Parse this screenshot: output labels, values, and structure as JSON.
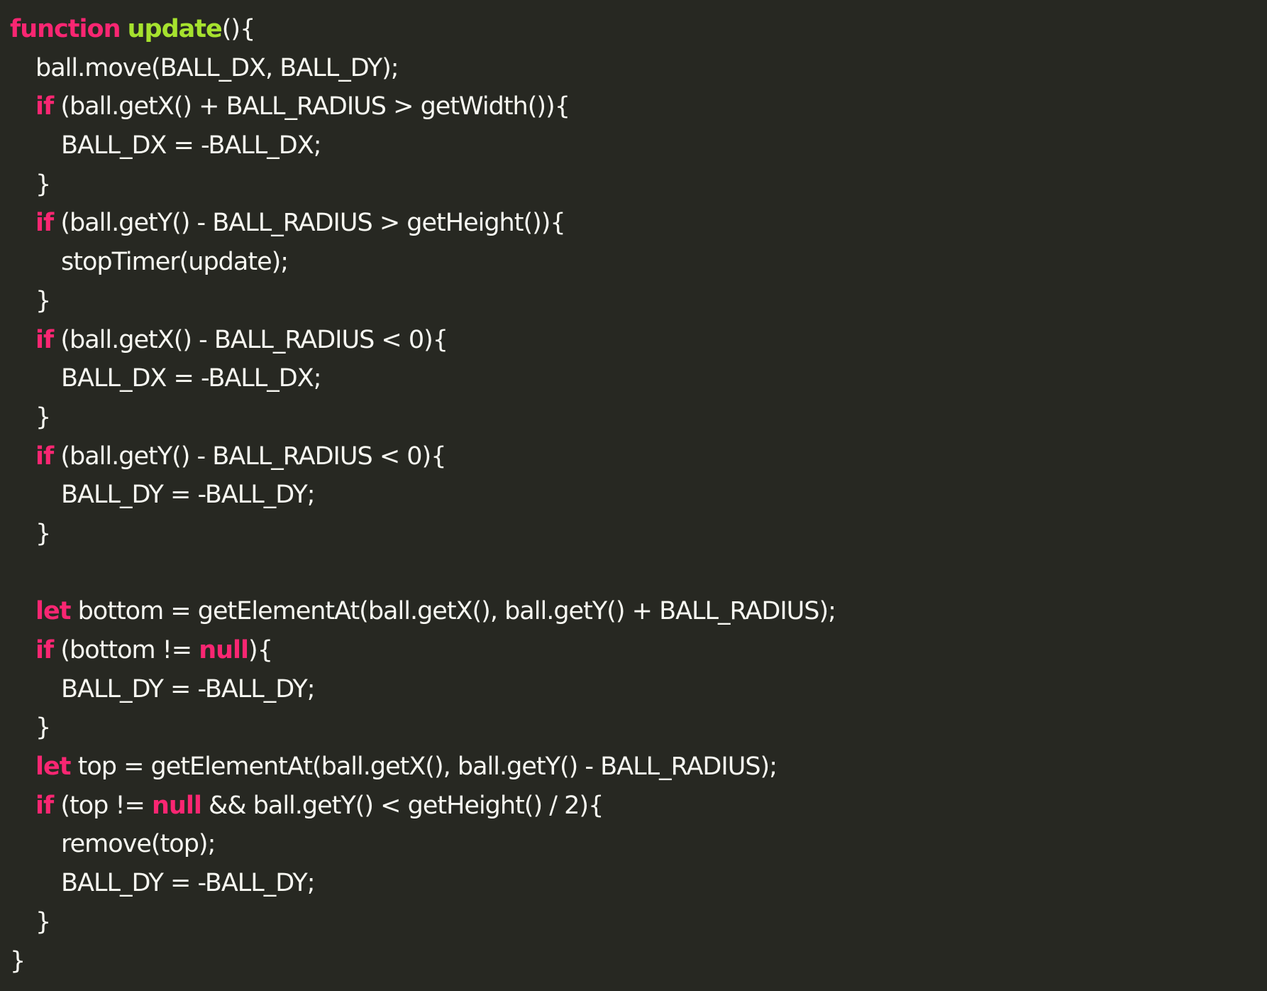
{
  "theme": {
    "background": "#272822",
    "text": "#f8f8f2",
    "keyword": "#f92672",
    "function": "#a6e22e"
  },
  "code": {
    "lines": [
      {
        "indent": 0,
        "tokens": [
          {
            "t": "k",
            "v": "function"
          },
          {
            "t": "s",
            "v": " "
          },
          {
            "t": "f",
            "v": "update"
          },
          {
            "t": "s",
            "v": "(){"
          }
        ]
      },
      {
        "indent": 1,
        "tokens": [
          {
            "t": "s",
            "v": "ball.move(BALL_DX, BALL_DY);"
          }
        ]
      },
      {
        "indent": 1,
        "tokens": [
          {
            "t": "k",
            "v": "if"
          },
          {
            "t": "s",
            "v": " (ball.getX() + BALL_RADIUS > getWidth()){"
          }
        ]
      },
      {
        "indent": 2,
        "tokens": [
          {
            "t": "s",
            "v": "BALL_DX = -BALL_DX;"
          }
        ]
      },
      {
        "indent": 1,
        "tokens": [
          {
            "t": "s",
            "v": "}"
          }
        ]
      },
      {
        "indent": 1,
        "tokens": [
          {
            "t": "k",
            "v": "if"
          },
          {
            "t": "s",
            "v": " (ball.getY() - BALL_RADIUS > getHeight()){"
          }
        ]
      },
      {
        "indent": 2,
        "tokens": [
          {
            "t": "s",
            "v": "stopTimer(update);"
          }
        ]
      },
      {
        "indent": 1,
        "tokens": [
          {
            "t": "s",
            "v": "}"
          }
        ]
      },
      {
        "indent": 1,
        "tokens": [
          {
            "t": "k",
            "v": "if"
          },
          {
            "t": "s",
            "v": " (ball.getX() - BALL_RADIUS < 0){"
          }
        ]
      },
      {
        "indent": 2,
        "tokens": [
          {
            "t": "s",
            "v": "BALL_DX = -BALL_DX;"
          }
        ]
      },
      {
        "indent": 1,
        "tokens": [
          {
            "t": "s",
            "v": "}"
          }
        ]
      },
      {
        "indent": 1,
        "tokens": [
          {
            "t": "k",
            "v": "if"
          },
          {
            "t": "s",
            "v": " (ball.getY() - BALL_RADIUS < 0){"
          }
        ]
      },
      {
        "indent": 2,
        "tokens": [
          {
            "t": "s",
            "v": "BALL_DY = -BALL_DY;"
          }
        ]
      },
      {
        "indent": 1,
        "tokens": [
          {
            "t": "s",
            "v": "}"
          }
        ]
      },
      {
        "indent": 0,
        "tokens": []
      },
      {
        "indent": 1,
        "tokens": [
          {
            "t": "k",
            "v": "let"
          },
          {
            "t": "s",
            "v": " bottom = getElementAt(ball.getX(), ball.getY() + BALL_RADIUS);"
          }
        ]
      },
      {
        "indent": 1,
        "tokens": [
          {
            "t": "k",
            "v": "if"
          },
          {
            "t": "s",
            "v": " (bottom != "
          },
          {
            "t": "k",
            "v": "null"
          },
          {
            "t": "s",
            "v": "){"
          }
        ]
      },
      {
        "indent": 2,
        "tokens": [
          {
            "t": "s",
            "v": "BALL_DY = -BALL_DY;"
          }
        ]
      },
      {
        "indent": 1,
        "tokens": [
          {
            "t": "s",
            "v": "}"
          }
        ]
      },
      {
        "indent": 1,
        "tokens": [
          {
            "t": "k",
            "v": "let"
          },
          {
            "t": "s",
            "v": " top = getElementAt(ball.getX(), ball.getY() - BALL_RADIUS);"
          }
        ]
      },
      {
        "indent": 1,
        "tokens": [
          {
            "t": "k",
            "v": "if"
          },
          {
            "t": "s",
            "v": " (top != "
          },
          {
            "t": "k",
            "v": "null"
          },
          {
            "t": "s",
            "v": " && ball.getY() < getHeight() / 2){"
          }
        ]
      },
      {
        "indent": 2,
        "tokens": [
          {
            "t": "s",
            "v": "remove(top);"
          }
        ]
      },
      {
        "indent": 2,
        "tokens": [
          {
            "t": "s",
            "v": "BALL_DY = -BALL_DY;"
          }
        ]
      },
      {
        "indent": 1,
        "tokens": [
          {
            "t": "s",
            "v": "}"
          }
        ]
      },
      {
        "indent": 0,
        "tokens": [
          {
            "t": "s",
            "v": "}"
          }
        ]
      }
    ]
  }
}
